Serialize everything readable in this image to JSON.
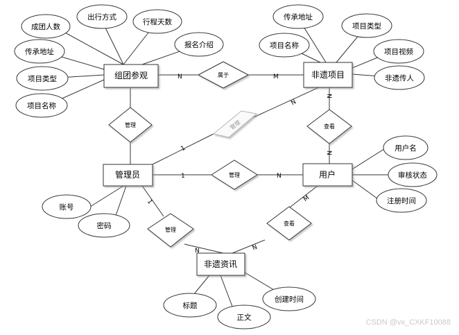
{
  "entities": {
    "group_tour": "组团参观",
    "heritage_project": "非遗项目",
    "admin": "管理员",
    "user": "用户",
    "heritage_news": "非遗资讯"
  },
  "attributes": {
    "gt_size": "成团人数",
    "gt_travel": "出行方式",
    "gt_days": "行程天数",
    "gt_intro": "报名介绍",
    "gt_address": "传承地址",
    "gt_type": "项目类型",
    "gt_name": "项目名称",
    "hp_address": "传承地址",
    "hp_type": "项目类型",
    "hp_name": "项目名称",
    "hp_video": "项目视频",
    "hp_inheritor": "非遗传人",
    "admin_account": "账号",
    "admin_password": "密码",
    "user_name": "用户名",
    "user_review": "审核状态",
    "user_regtime": "注册时间",
    "news_title": "标题",
    "news_body": "正文",
    "news_created": "创建时间"
  },
  "relationships": {
    "belongs": "属于",
    "manage_gt": "管理",
    "manage_hp": "管理",
    "manage_user": "管理",
    "manage_news": "管理",
    "view_hp": "查看",
    "view_news": "查看"
  },
  "cardinalities": {
    "gt_belongs": "N",
    "hp_belongs": "M",
    "hp_view": "N",
    "user_view_hp": "N",
    "admin_manage_hp": "1",
    "hp_manage_side": "N",
    "admin_user": "1",
    "user_admin": "N",
    "admin_news": "1",
    "news_admin": "N",
    "news_user": "N",
    "user_news": "M"
  },
  "watermark": "CSDN @vx_CXKF10088"
}
